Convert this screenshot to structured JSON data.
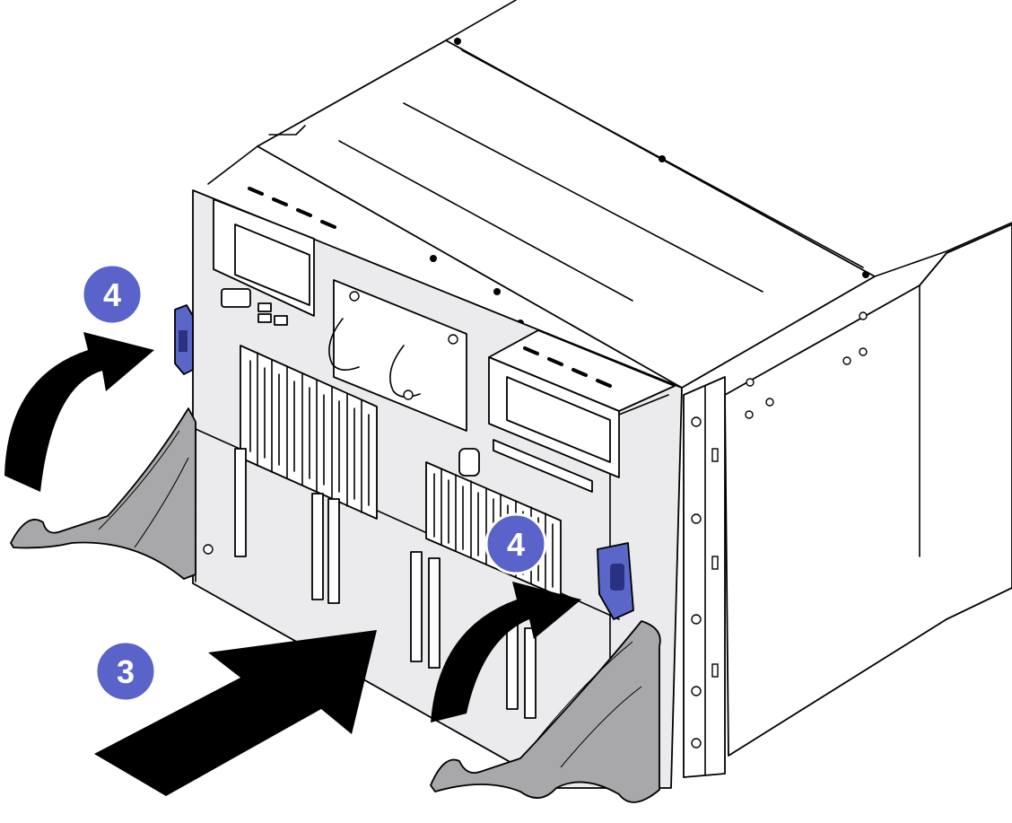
{
  "callouts": [
    {
      "label": "4"
    },
    {
      "label": "4"
    },
    {
      "label": "3"
    }
  ],
  "colors": {
    "callout_fill": "#5a63c9",
    "latch": "#5b67c8",
    "lever": "#a8a8aa",
    "panel": "#ebebed",
    "arrow": "#000000"
  }
}
